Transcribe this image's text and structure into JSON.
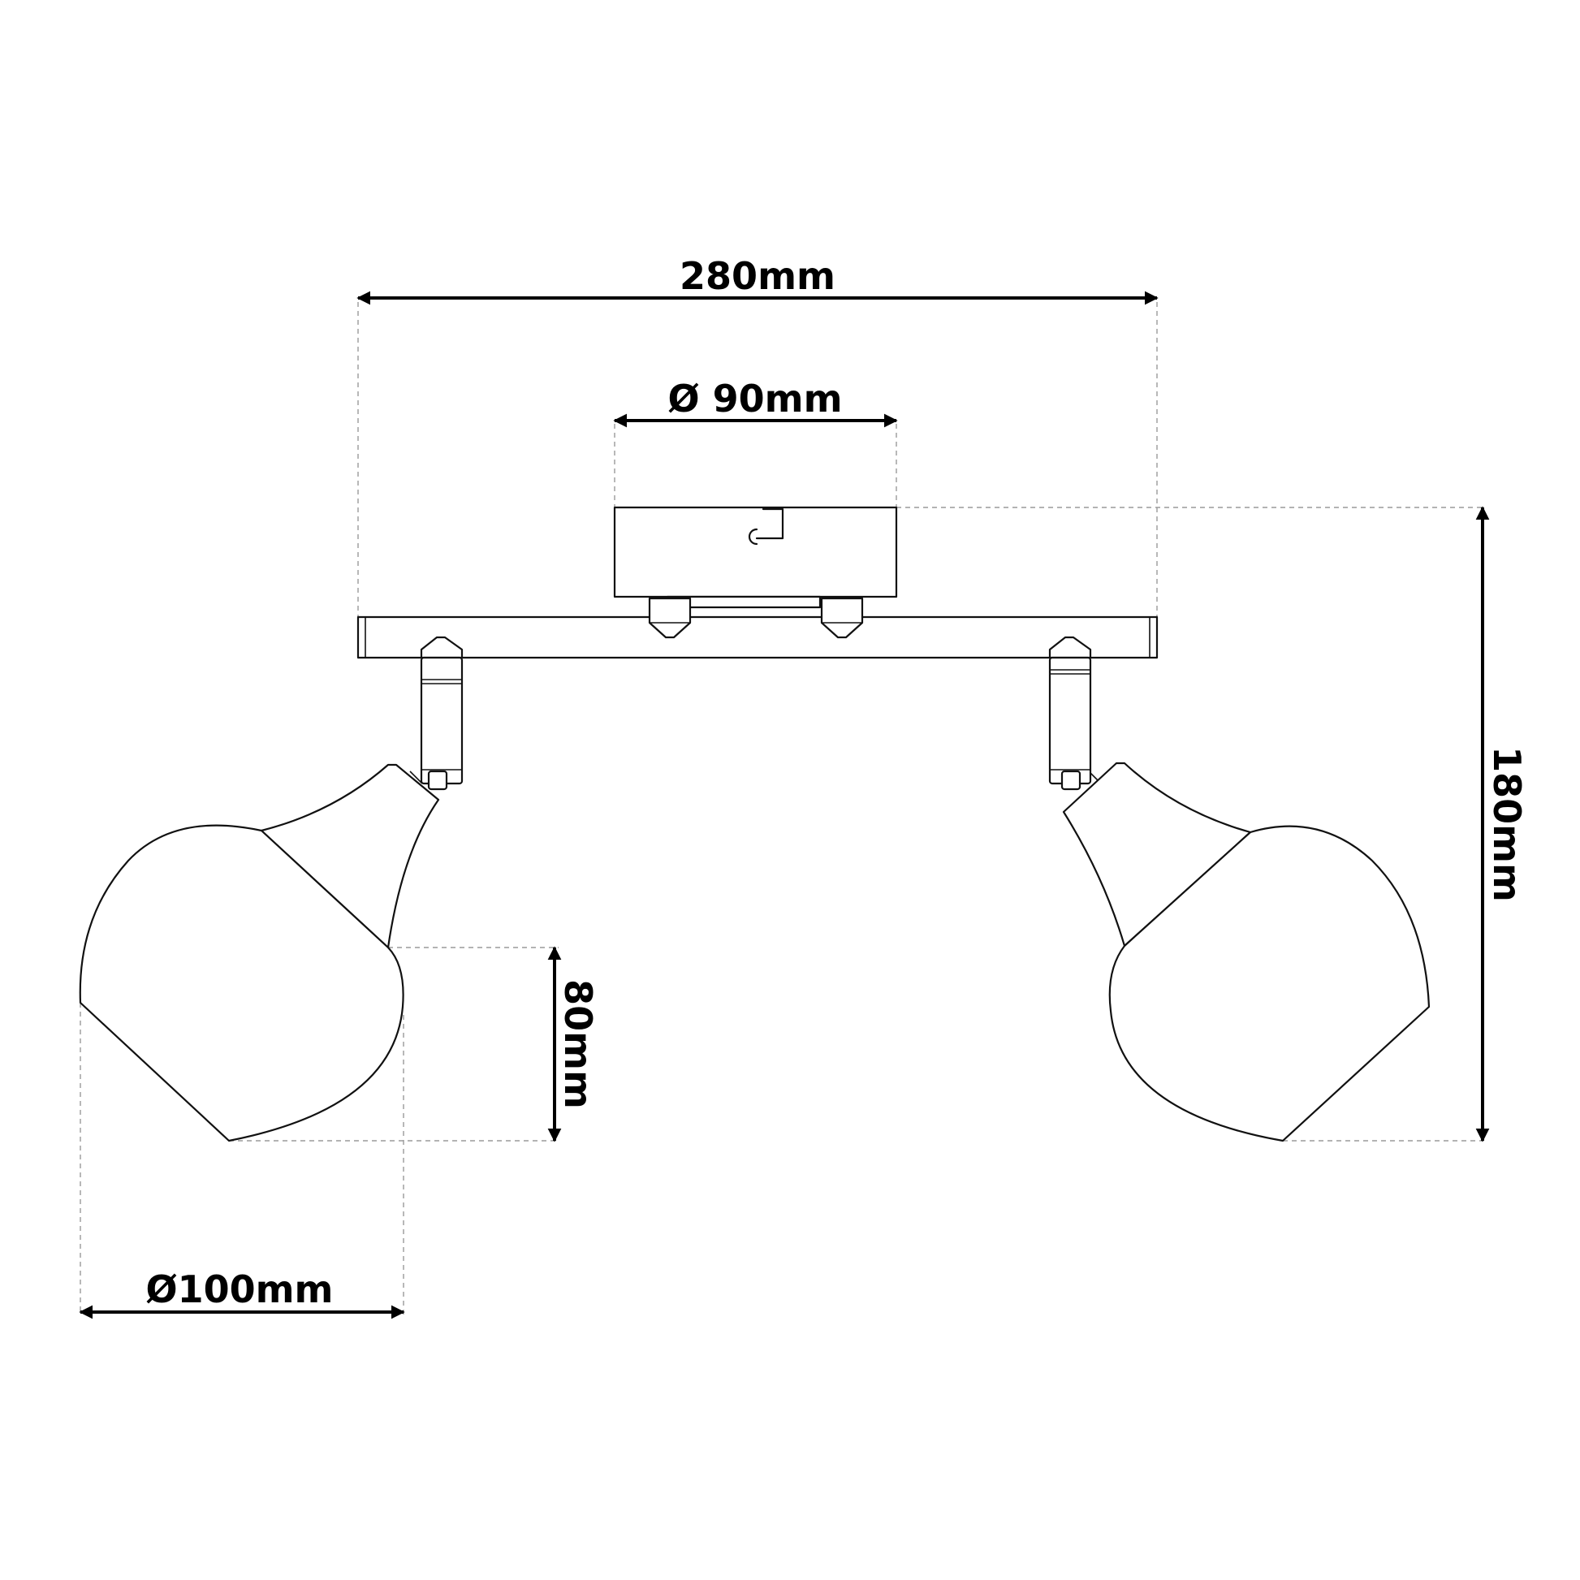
{
  "dimensions": {
    "total_width": "280mm",
    "base_diameter": "Ø 90mm",
    "total_height": "180mm",
    "shade_depth": "80mm",
    "shade_diameter": "Ø100mm"
  }
}
